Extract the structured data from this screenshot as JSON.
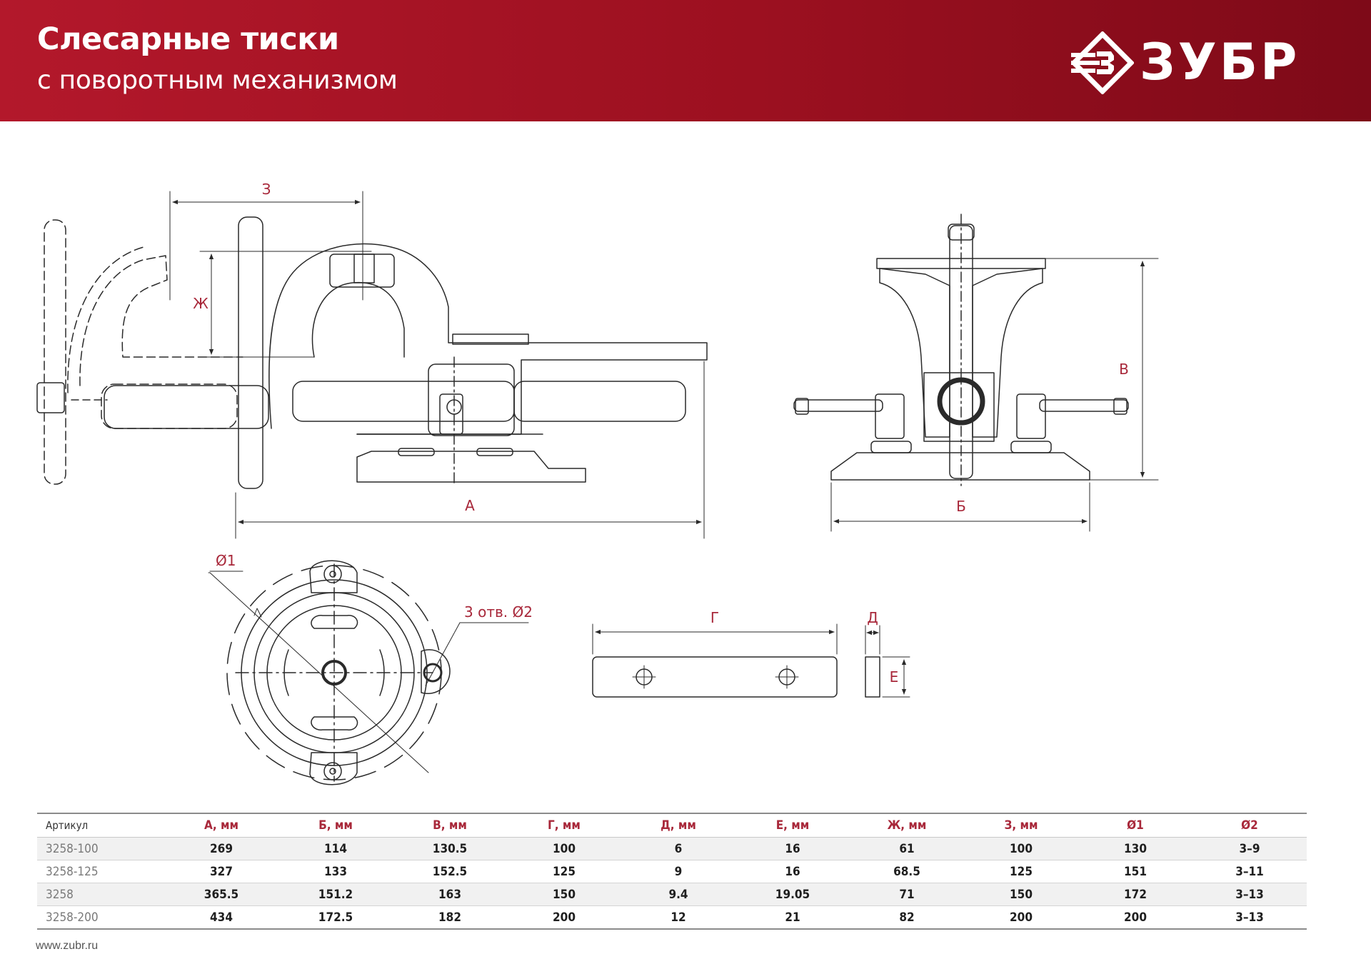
{
  "header": {
    "title": "Слесарные тиски",
    "subtitle": "с поворотным механизмом",
    "brand": "ЗУБР",
    "brand_mark_icon": "zubr-emblem-icon",
    "background_color": "#a5142a"
  },
  "drawings": {
    "side_view": {
      "labels": {
        "width_jaw": "З",
        "jaw_depth": "Ж",
        "length": "А"
      }
    },
    "front_view": {
      "labels": {
        "height": "В",
        "base_width": "Б"
      }
    },
    "top_view": {
      "labels": {
        "diameter1": "Ø1",
        "holes": "3 отв. Ø2"
      }
    },
    "jaw_plate": {
      "labels": {
        "length": "Г",
        "thickness": "Д",
        "height": "Е"
      }
    },
    "dimension_color": "#a8283a",
    "line_color": "#2a2a2a"
  },
  "table": {
    "columns": [
      "Артикул",
      "А, мм",
      "Б, мм",
      "В, мм",
      "Г, мм",
      "Д, мм",
      "Е, мм",
      "Ж, мм",
      "З, мм",
      "Ø1",
      "Ø2"
    ],
    "rows": [
      [
        "3258-100",
        "269",
        "114",
        "130.5",
        "100",
        "6",
        "16",
        "61",
        "100",
        "130",
        "3–9"
      ],
      [
        "3258-125",
        "327",
        "133",
        "152.5",
        "125",
        "9",
        "16",
        "68.5",
        "125",
        "151",
        "3–11"
      ],
      [
        "3258",
        "365.5",
        "151.2",
        "163",
        "150",
        "9.4",
        "19.05",
        "71",
        "150",
        "172",
        "3–13"
      ],
      [
        "3258-200",
        "434",
        "172.5",
        "182",
        "200",
        "12",
        "21",
        "82",
        "200",
        "200",
        "3–13"
      ]
    ]
  },
  "footer": {
    "url": "www.zubr.ru"
  }
}
